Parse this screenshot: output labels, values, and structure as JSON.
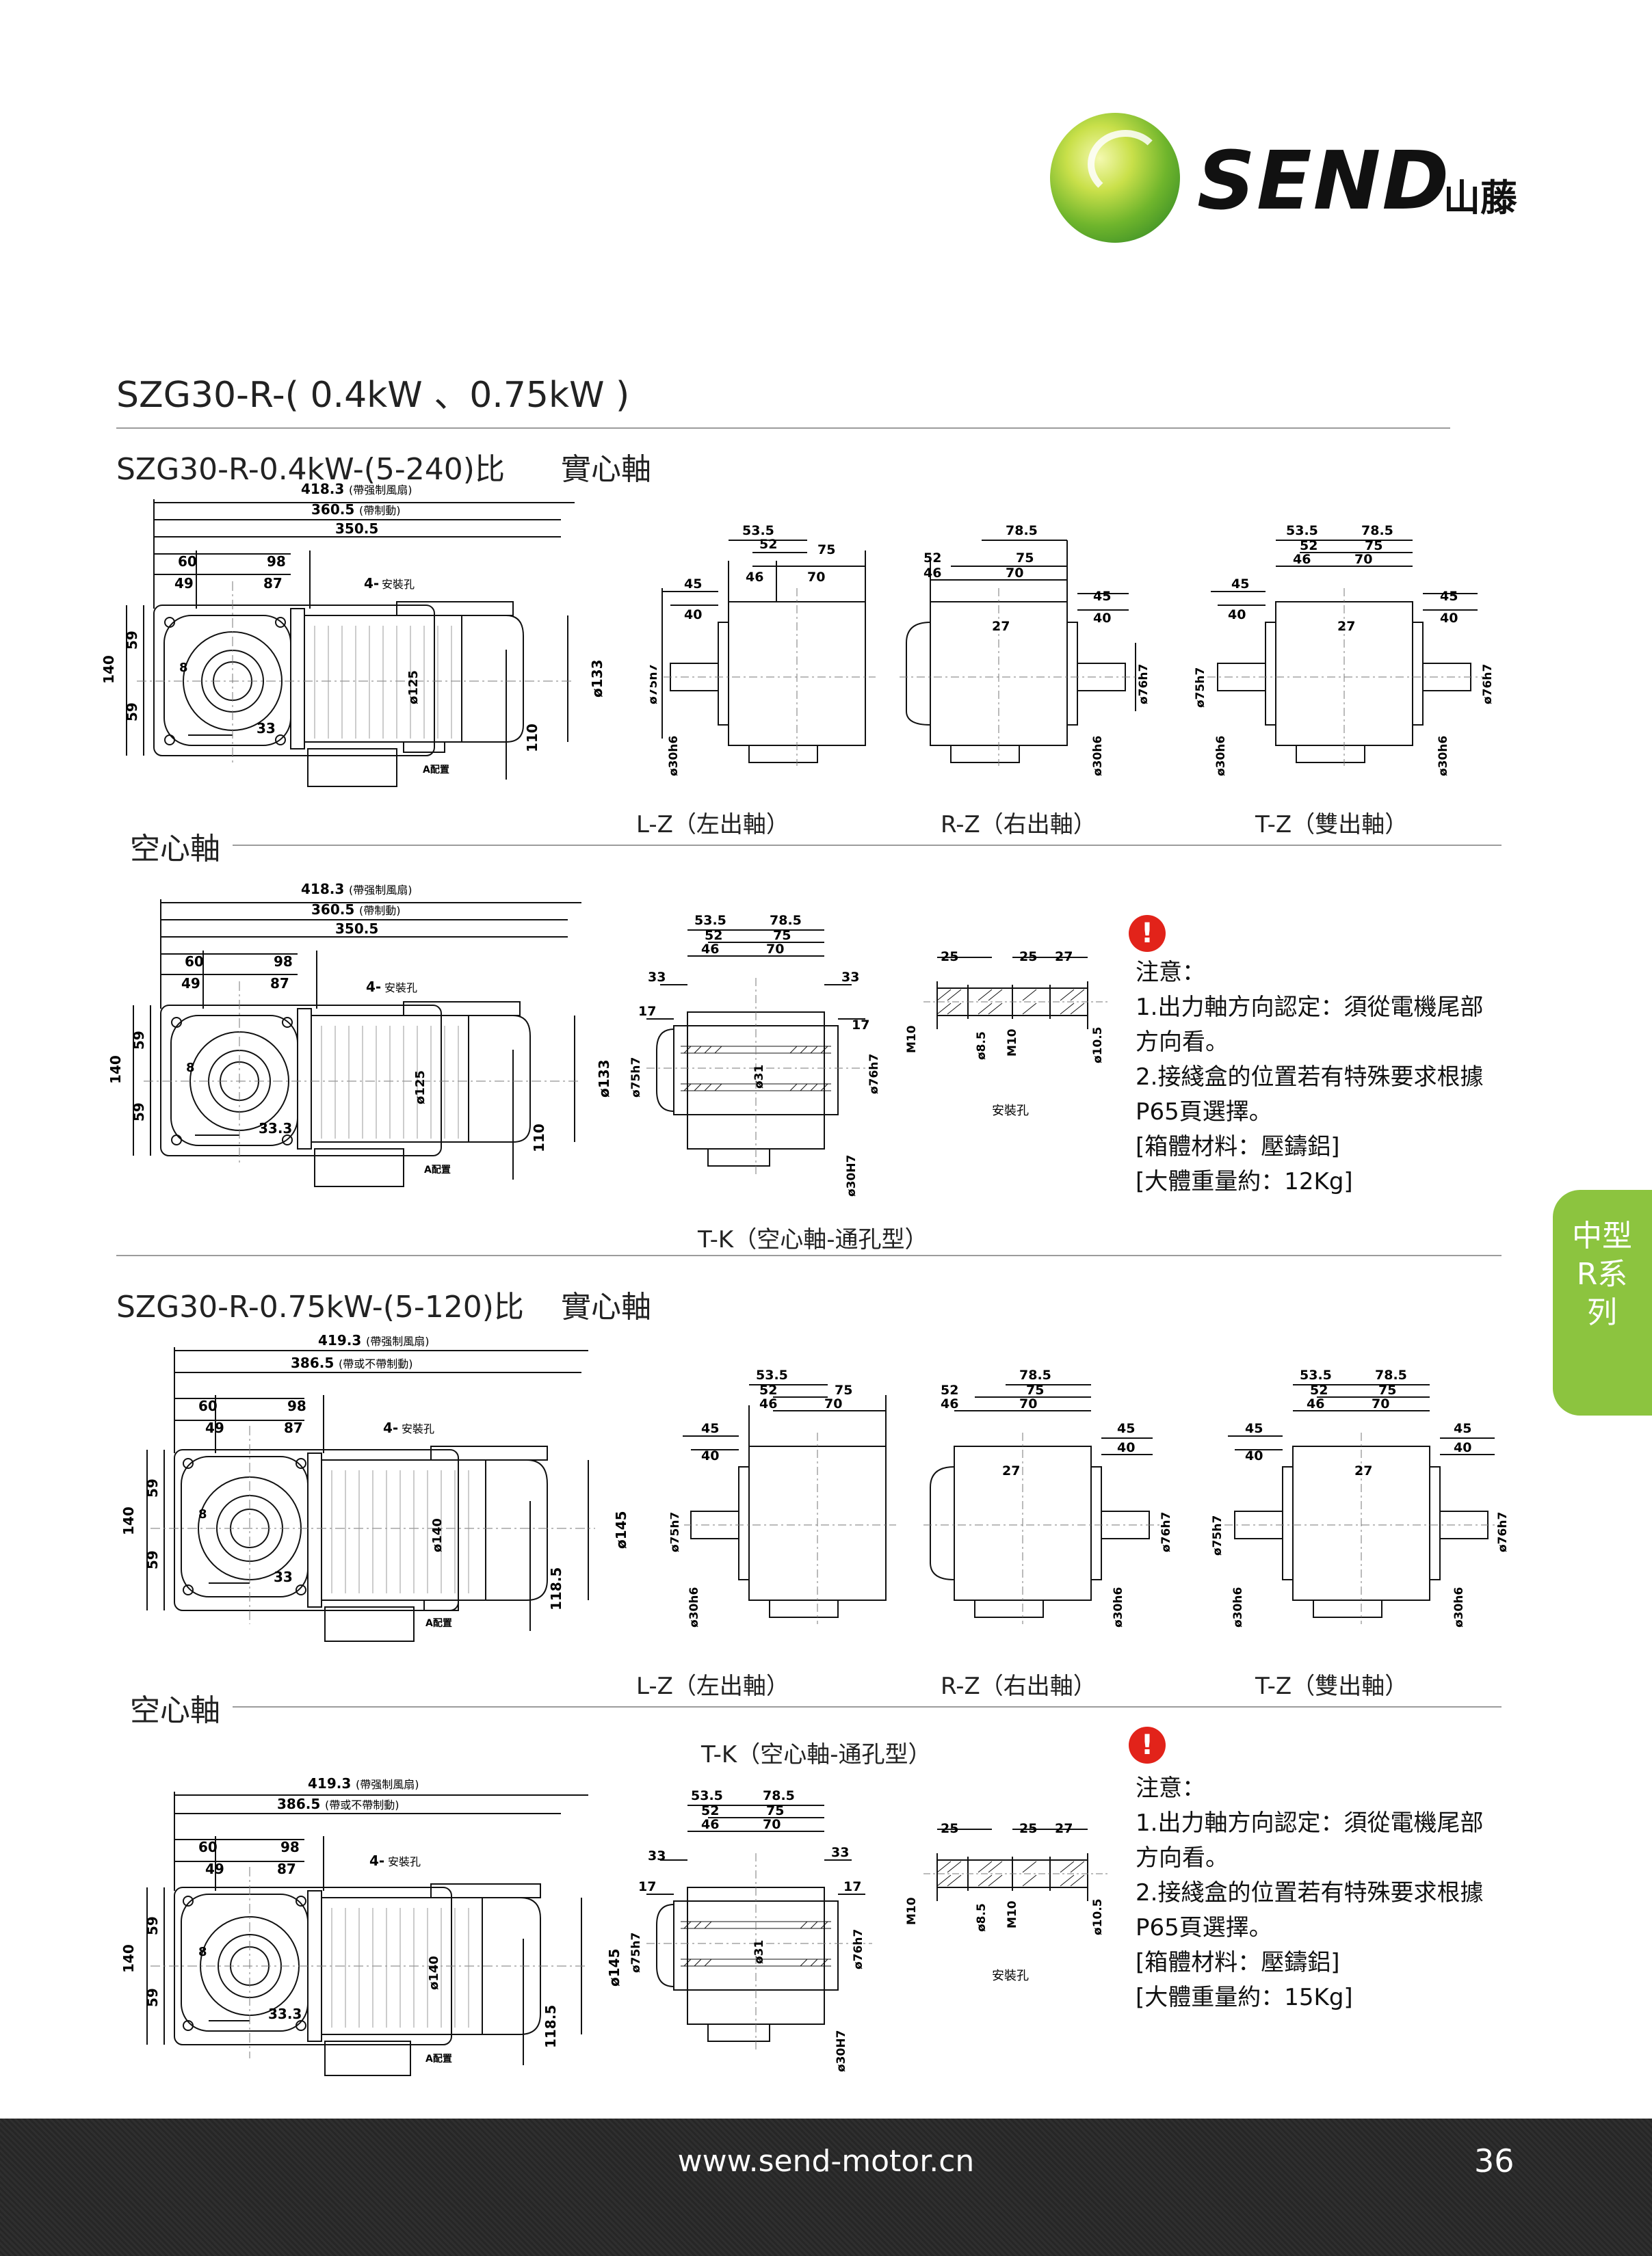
{
  "brand": {
    "logo_text": "SEND",
    "logo_cn": "山藤"
  },
  "page_title": "SZG30-R-( 0.4kW 、0.75kW )",
  "section1": {
    "title": "SZG30-R-0.4kW-(5-240)比",
    "subtitle": "實心軸",
    "hollow_label": "空心軸",
    "views": {
      "lz": "L-Z（左出軸）",
      "rz": "R-Z（右出軸）",
      "tz": "T-Z（雙出軸）",
      "tk": "T-K（空心軸-通孔型）"
    },
    "motor_dims": {
      "total_fan": "418.3",
      "total_fan_note": "(帶强制風扇)",
      "total_brake": "360.5",
      "total_brake_note": "(帶制動)",
      "total": "350.5",
      "d60": "60",
      "d98": "98",
      "d49": "49",
      "d87": "87",
      "holes": "4-",
      "holes_note": "安裝孔",
      "h140": "140",
      "h59": "59",
      "w8": "8",
      "w33": "33",
      "w33_hollow": "33.3",
      "phi125": "ø125",
      "h110": "110",
      "phi133": "ø133",
      "box": "A配置"
    },
    "notes": [
      "注意：",
      "1.出力軸方向認定：須從電機尾部",
      "方向看。",
      "2.接綫盒的位置若有特殊要求根據",
      "P65頁選擇。",
      "[箱體材料：壓鑄鋁]",
      "[大體重量約：12Kg]"
    ]
  },
  "section2": {
    "title": "SZG30-R-0.75kW-(5-120)比",
    "subtitle": "實心軸",
    "hollow_label": "空心軸",
    "views": {
      "lz": "L-Z（左出軸）",
      "rz": "R-Z（右出軸）",
      "tz": "T-Z（雙出軸）",
      "tk": "T-K（空心軸-通孔型）"
    },
    "motor_dims": {
      "total_fan": "419.3",
      "total_fan_note": "(帶强制風扇)",
      "total_brake": "386.5",
      "total_brake_note": "(帶或不帶制動)",
      "d60": "60",
      "d98": "98",
      "d49": "49",
      "d87": "87",
      "holes": "4-",
      "holes_note": "安裝孔",
      "h140": "140",
      "h59": "59",
      "w8": "8",
      "w33": "33",
      "w33_hollow": "33.3",
      "phi140": "ø140",
      "h118": "118.5",
      "phi145": "ø145",
      "box": "A配置"
    },
    "notes": [
      "注意：",
      "1.出力軸方向認定：須從電機尾部",
      "方向看。",
      "2.接綫盒的位置若有特殊要求根據",
      "P65頁選擇。",
      "[箱體材料：壓鑄鋁]",
      "[大體重量約：15Kg]"
    ]
  },
  "shaft_dims": {
    "a535": "53.5",
    "a52": "52",
    "a46": "46",
    "a785": "78.5",
    "a75": "75",
    "a70": "70",
    "a45": "45",
    "a40": "40",
    "a27": "27",
    "a33": "33",
    "a17": "17",
    "phi75": "ø75h7",
    "phi76": "ø76h7",
    "phi30": "ø30h6",
    "phi30H": "ø30H7",
    "phi31": "ø31"
  },
  "hole_dims": {
    "a25": "25",
    "b25": "25",
    "a27": "27",
    "m10": "M10",
    "phi85": "ø8.5",
    "m10b": "M10",
    "phi105": "ø10.5",
    "label": "安裝孔"
  },
  "side_tab": "中型R系列",
  "footer": {
    "url": "www.send-motor.cn",
    "page": "36"
  },
  "colors": {
    "accent_green": "#8cc43f",
    "notice_red": "#e2231a",
    "footer_bg": "#2b2b2b"
  }
}
